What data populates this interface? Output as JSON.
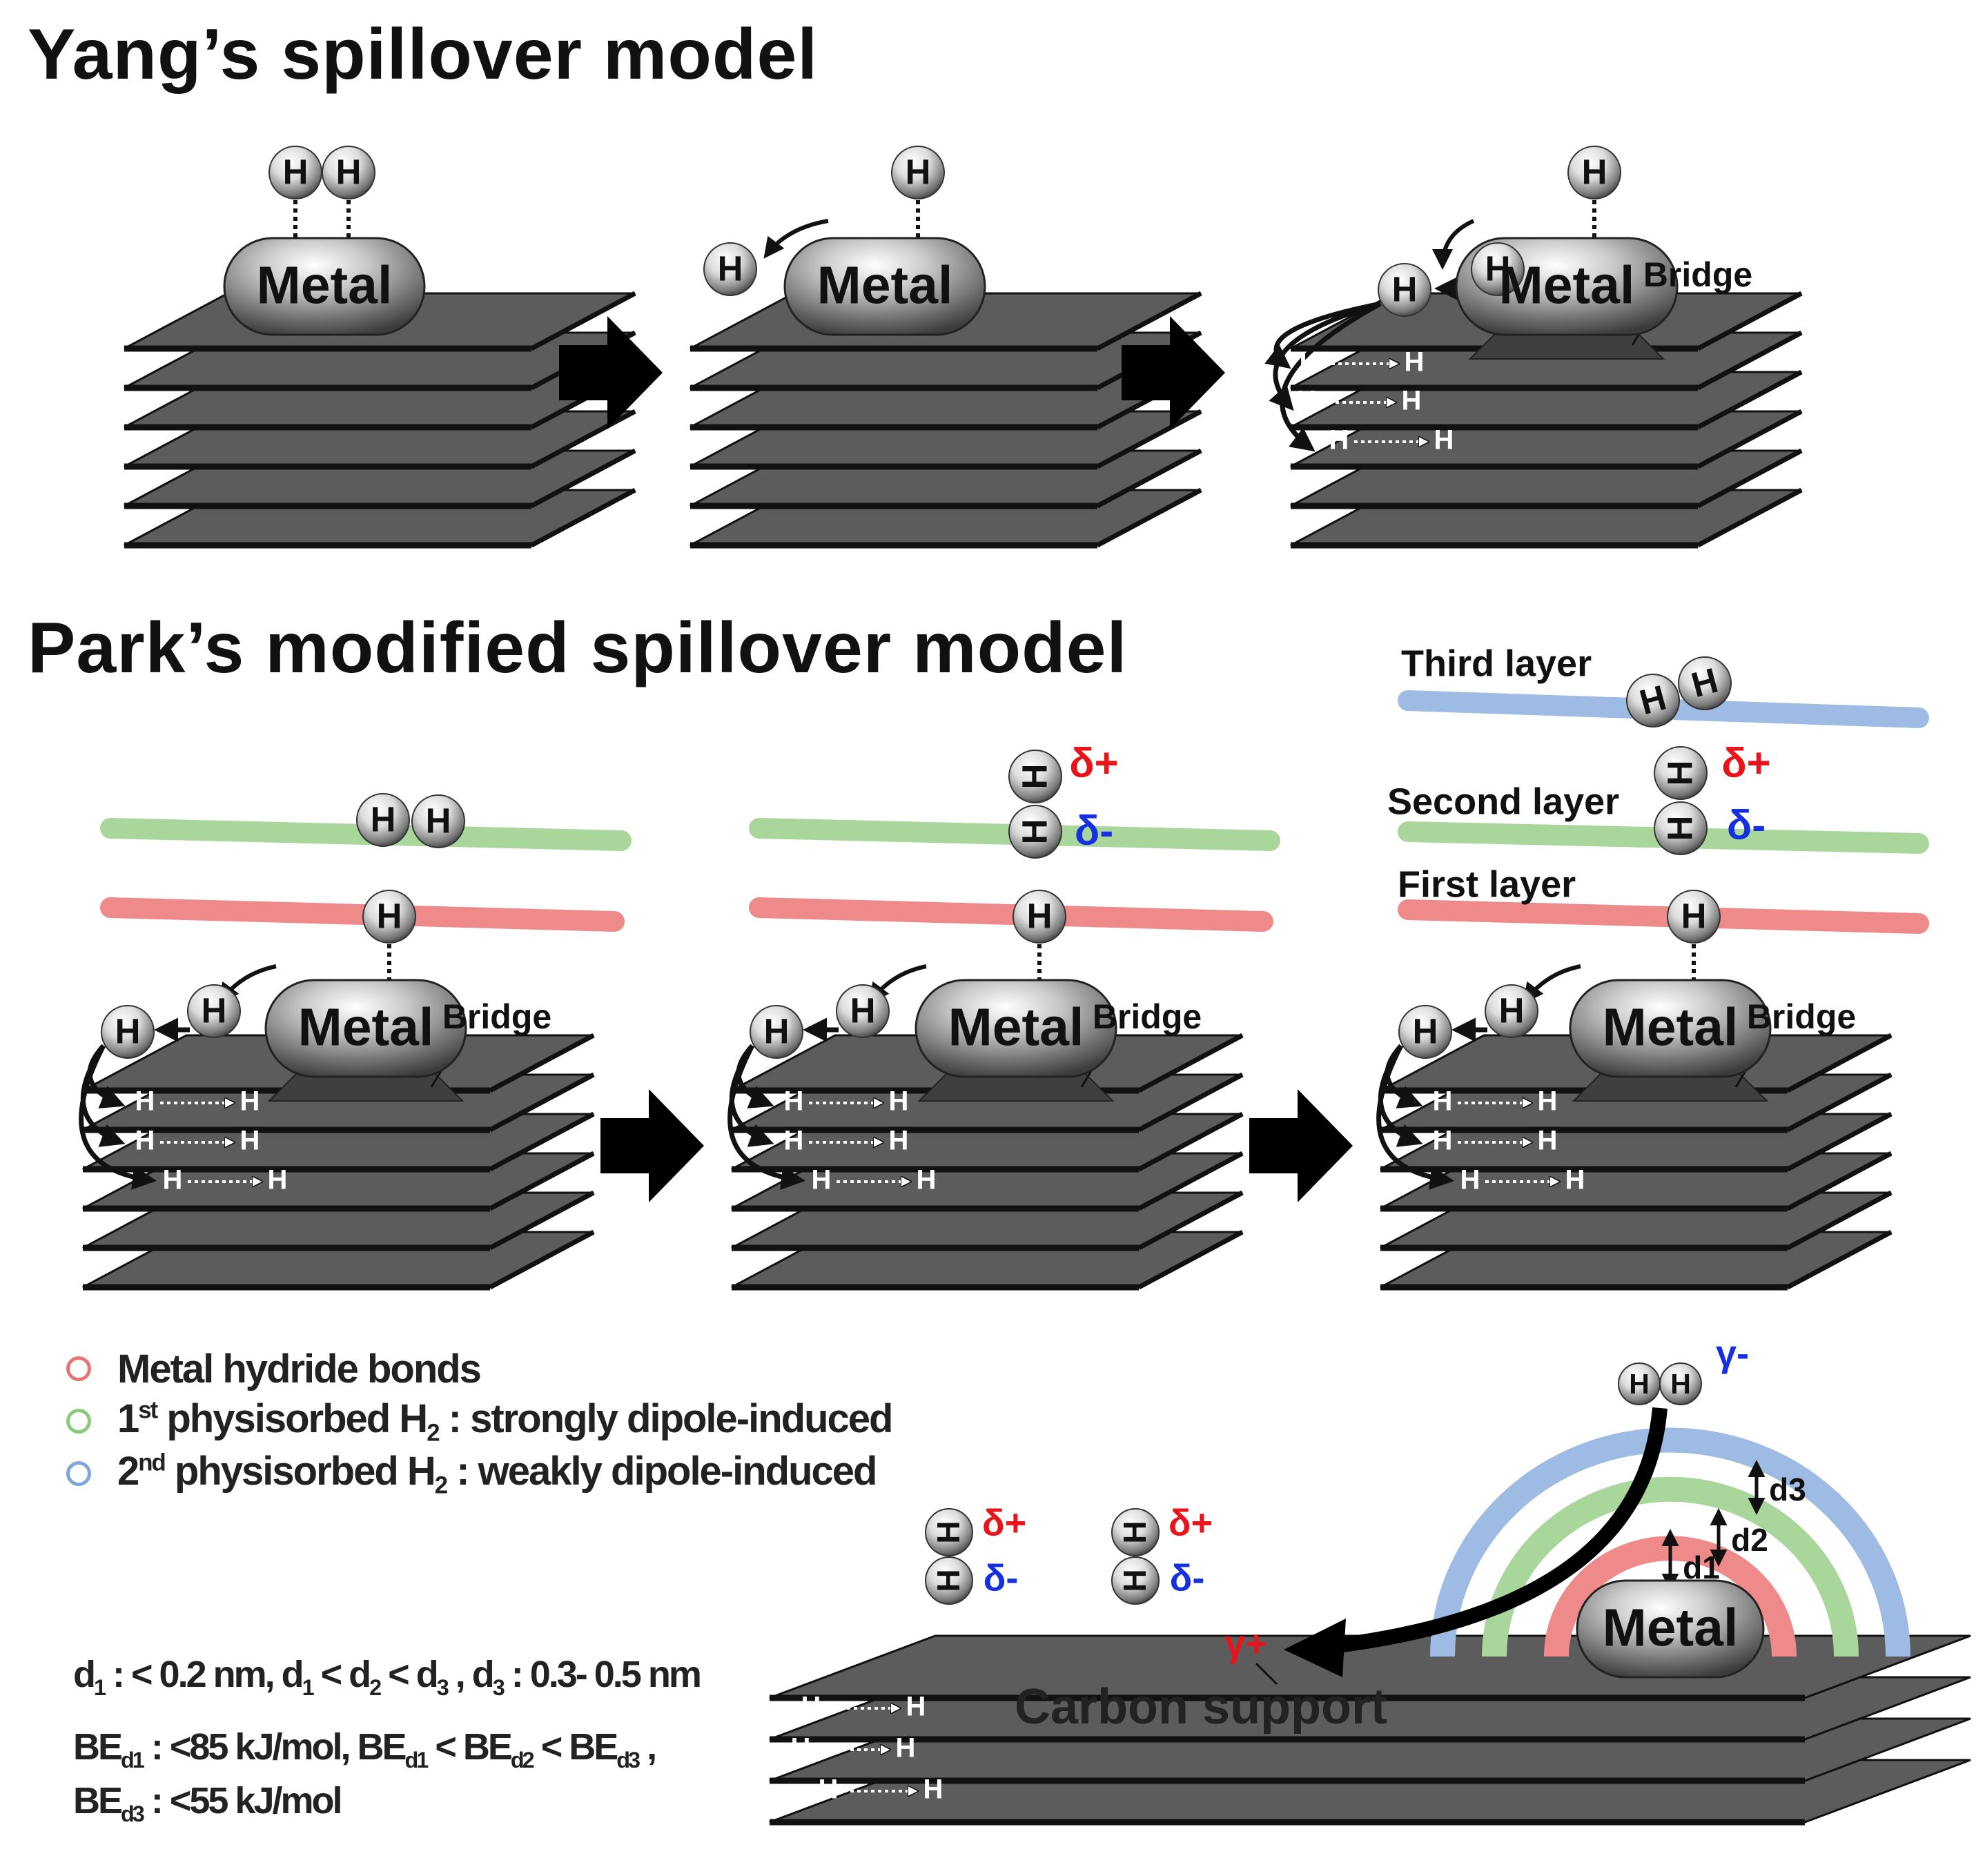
{
  "titles": {
    "yang": "Yang’s spillover model",
    "park": "Park’s modified spillover model"
  },
  "labels": {
    "metal": "Metal",
    "h": "H",
    "bridge": "Bridge",
    "third_layer": "Third layer",
    "second_layer": "Second layer",
    "first_layer": "First layer",
    "delta_plus": "δ+",
    "delta_minus": "δ-",
    "gamma_plus": "γ+",
    "gamma_minus": "γ-",
    "carbon_support": "Carbon support",
    "d1": "d1",
    "d2": "d2",
    "d3": "d3"
  },
  "legend": [
    {
      "text": "Metal hydride bonds",
      "color": "#e87373"
    },
    {
      "prefix": "1",
      "sup": "st",
      "mid": " physisorbed H",
      "sub": "2",
      "suffix": " : strongly dipole-induced",
      "color": "#8cc97a"
    },
    {
      "prefix": "2",
      "sup": "nd",
      "mid": " physisorbed H",
      "sub": "2",
      "suffix": " : weakly dipole-induced",
      "color": "#7fa6d8"
    }
  ],
  "equations": {
    "line1": [
      "d",
      "1",
      " : < 0.2 nm, d",
      "1",
      " < d",
      "2",
      " < d",
      "3",
      " , d",
      "3",
      " : 0.3- 0.5 nm"
    ],
    "line2": [
      "BE",
      "d1",
      " : <85 kJ/mol, BE",
      "d1",
      " < BE",
      "d2",
      " < BE",
      "d3",
      " ,"
    ],
    "line3": [
      "BE",
      "d3",
      " : <55 kJ/mol"
    ]
  },
  "colors": {
    "sheet": "#5c5c5c",
    "sheet_edge": "#111111",
    "red_layer": "#ef8a8a",
    "green_layer": "#a9d69a",
    "blue_layer": "#9dbbe3",
    "delta_plus": "#e8141a",
    "delta_minus": "#1530e0"
  },
  "icons": [
    "metal-particle-icon",
    "hydrogen-atom-icon",
    "process-arrow-icon"
  ]
}
